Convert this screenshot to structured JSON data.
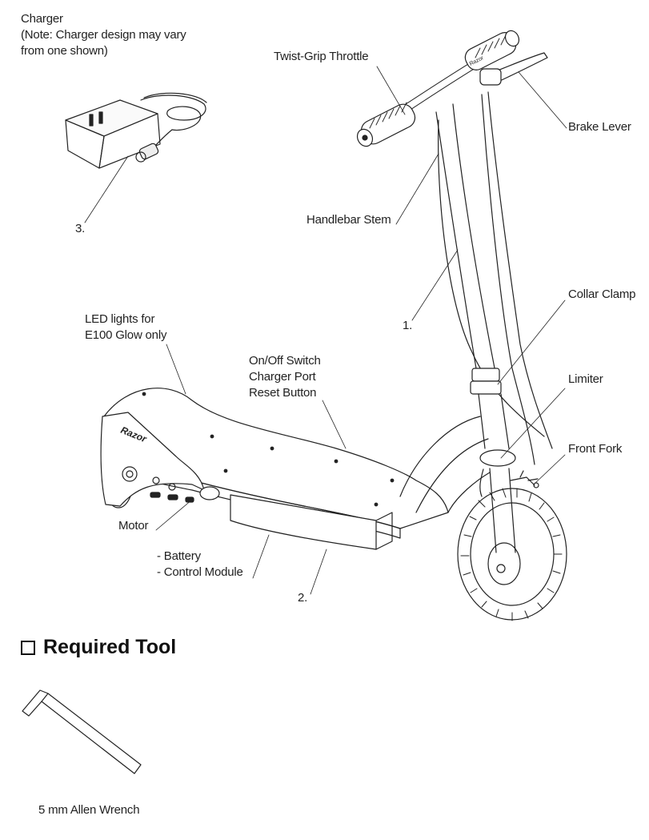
{
  "labels": {
    "charger": [
      "Charger",
      "(Note: Charger design may vary",
      "from one shown)"
    ],
    "twist_grip_throttle": "Twist-Grip Throttle",
    "brake_lever": "Brake Lever",
    "handlebar_stem": "Handlebar Stem",
    "collar_clamp": "Collar Clamp",
    "limiter": "Limiter",
    "front_fork": "Front Fork",
    "led_lights": [
      "LED lights for",
      "E100 Glow only"
    ],
    "switch_port_reset": [
      "On/Off Switch",
      "Charger Port",
      "Reset Button"
    ],
    "motor": "Motor",
    "battery_module": [
      "- Battery",
      "- Control Module"
    ],
    "callout_1": "1.",
    "callout_2": "2.",
    "callout_3": "3.",
    "brand_logo": "Razor"
  },
  "required_tool": {
    "heading": "Required Tool",
    "tool_name": "5 mm Allen Wrench"
  },
  "colors": {
    "line": "#222222",
    "background": "#ffffff"
  }
}
